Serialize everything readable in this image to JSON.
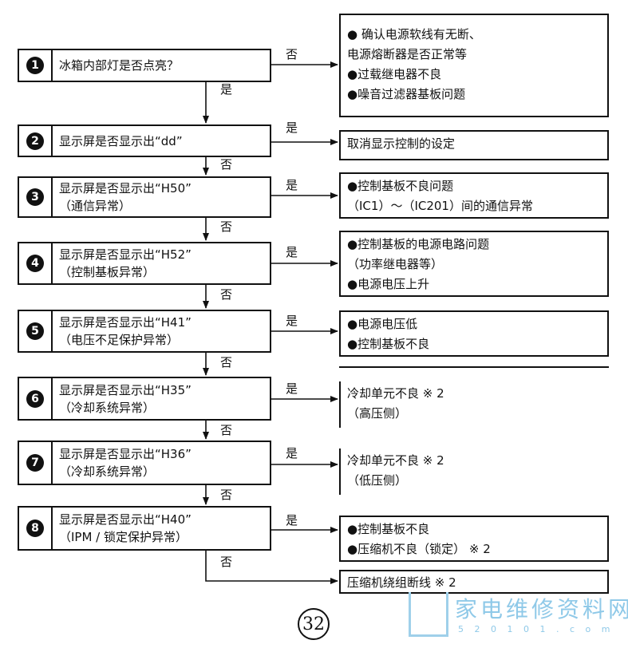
{
  "steps": [
    {
      "num": "1",
      "lines": [
        "冰箱内部灯是否点亮？"
      ]
    },
    {
      "num": "2",
      "lines": [
        "显示屏是否显示出“dd”"
      ]
    },
    {
      "num": "3",
      "lines": [
        "显示屏是否显示出“H50”",
        "（通信异常）"
      ]
    },
    {
      "num": "4",
      "lines": [
        "显示屏是否显示出“H52”",
        "（控制基板异常）"
      ]
    },
    {
      "num": "5",
      "lines": [
        "显示屏是否显示出“H41”",
        "（电压不足保护异常）"
      ]
    },
    {
      "num": "6",
      "lines": [
        "显示屏是否显示出“H35”",
        "（冷却系统异常）"
      ]
    },
    {
      "num": "7",
      "lines": [
        "显示屏是否显示出“H36”",
        "（冷却系统异常）"
      ]
    },
    {
      "num": "8",
      "lines": [
        "显示屏是否显示出“H40”",
        "（IPM / 锁定保护异常）"
      ]
    }
  ],
  "results": [
    {
      "lines": [
        "● 确认电源软线有无断、",
        "   电源熔断器是否正常等",
        "●过载继电器不良",
        "●噪音过滤器基板问题"
      ]
    },
    {
      "lines": [
        "取消显示控制的设定"
      ]
    },
    {
      "lines": [
        "●控制基板不良问题",
        "（IC1）～（IC201）间的通信异常"
      ]
    },
    {
      "lines": [
        "●控制基板的电源电路问题",
        "（功率继电器等）",
        "●电源电压上升"
      ]
    },
    {
      "lines": [
        "●电源电压低",
        "●控制基板不良"
      ]
    },
    {
      "lines": [
        "冷却单元不良  ※ 2",
        "（高压侧）"
      ]
    },
    {
      "lines": [
        "冷却单元不良  ※ 2",
        "（低压侧）"
      ]
    },
    {
      "lines": [
        "●控制基板不良",
        "●压缩机不良（锁定）   ※ 2"
      ]
    },
    {
      "lines": [
        "压缩机绕组断线  ※ 2"
      ]
    }
  ],
  "labels": {
    "yes": "是",
    "no": "否"
  },
  "page_number": "32",
  "watermark": {
    "text": "家电维修资料网",
    "url": "5 2 0 1 0 1 . c o m"
  }
}
